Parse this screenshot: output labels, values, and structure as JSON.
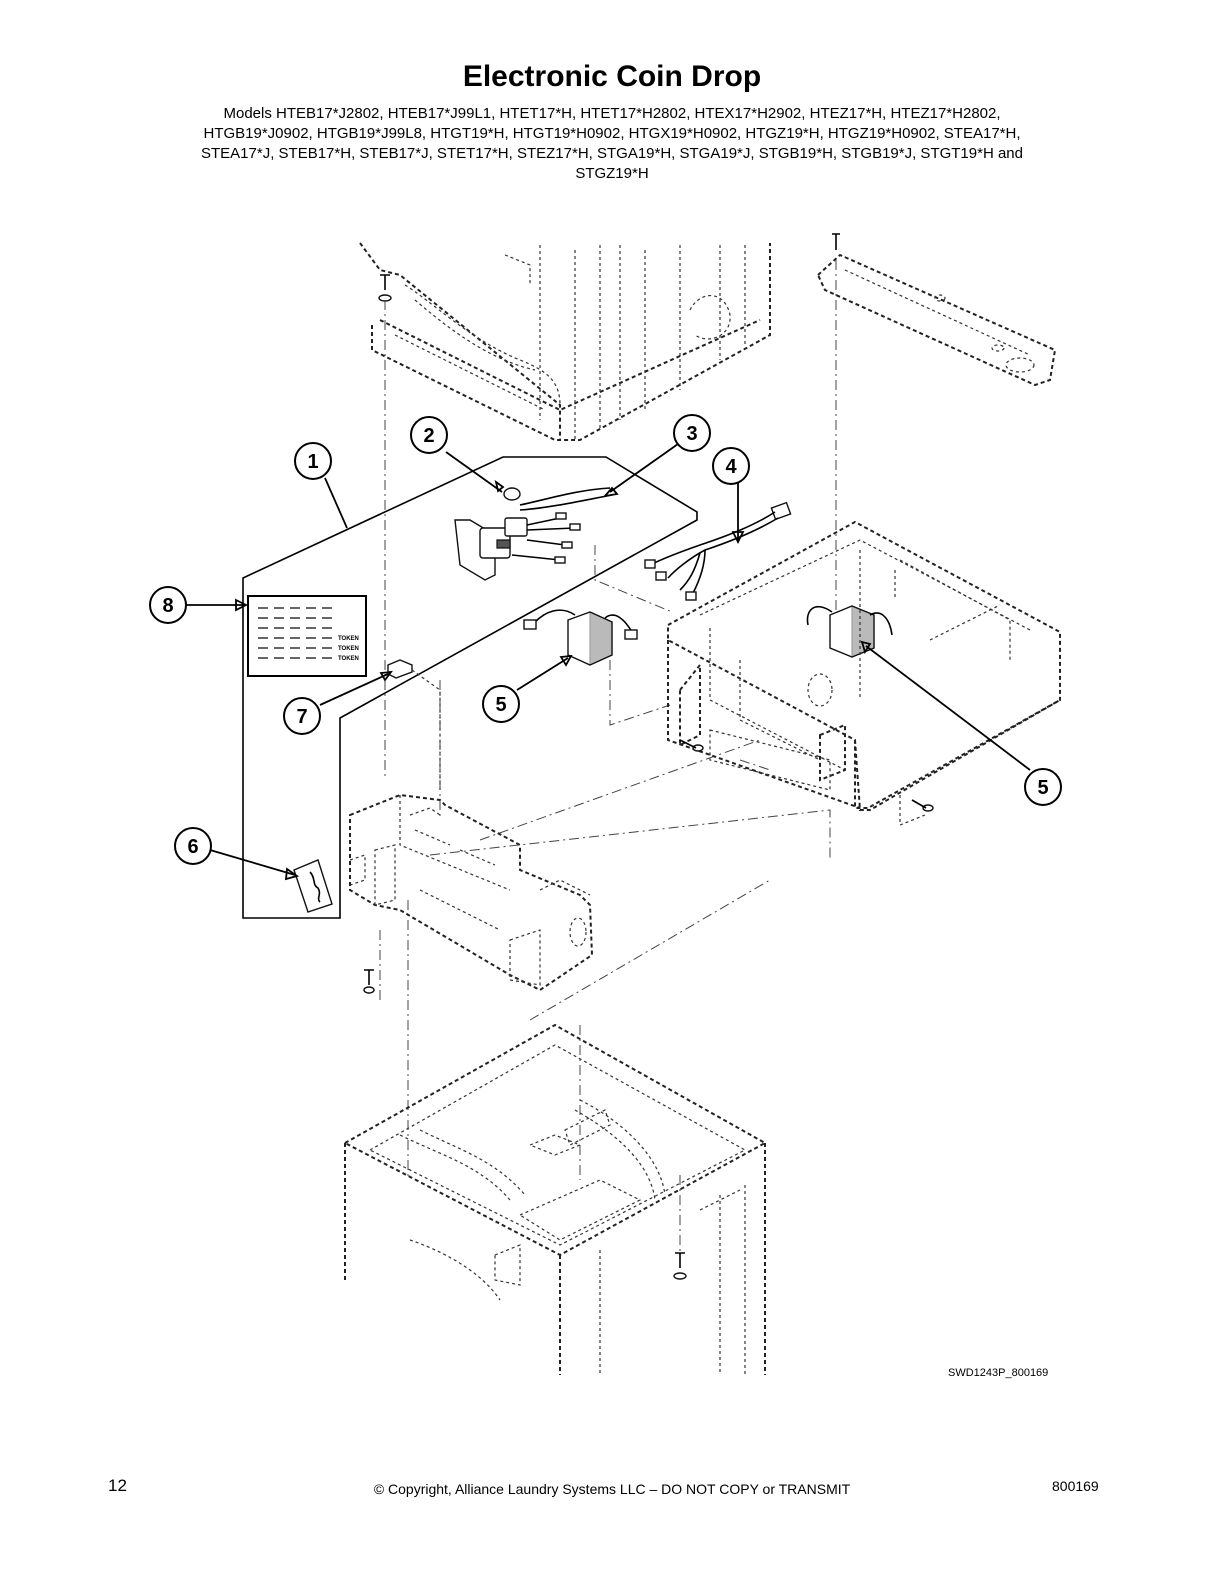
{
  "header": {
    "title": "Electronic Coin Drop",
    "models_line1": "Models HTEB17*J2802, HTEB17*J99L1, HTET17*H, HTET17*H2802, HTEX17*H2902, HTEZ17*H, HTEZ17*H2802,",
    "models_line2": "HTGB19*J0902, HTGB19*J99L8, HTGT19*H, HTGT19*H0902, HTGX19*H0902, HTGZ19*H, HTGZ19*H0902, STEA17*H,",
    "models_line3": "STEA17*J, STEB17*H, STEB17*J, STET17*H, STEZ17*H, STGA19*H, STGA19*J, STGB19*H, STGB19*J, STGT19*H and",
    "models_line4": "STGZ19*H"
  },
  "diagram": {
    "callouts": [
      "1",
      "2",
      "3",
      "4",
      "5",
      "5",
      "6",
      "7",
      "8"
    ],
    "decal_token_labels": [
      "TOKEN",
      "TOKEN",
      "TOKEN"
    ],
    "drawing_id": "SWD1243P_800169"
  },
  "footer": {
    "page_number": "12",
    "copyright": "© Copyright, Alliance Laundry Systems LLC – DO NOT COPY or TRANSMIT",
    "doc_number": "800169"
  }
}
